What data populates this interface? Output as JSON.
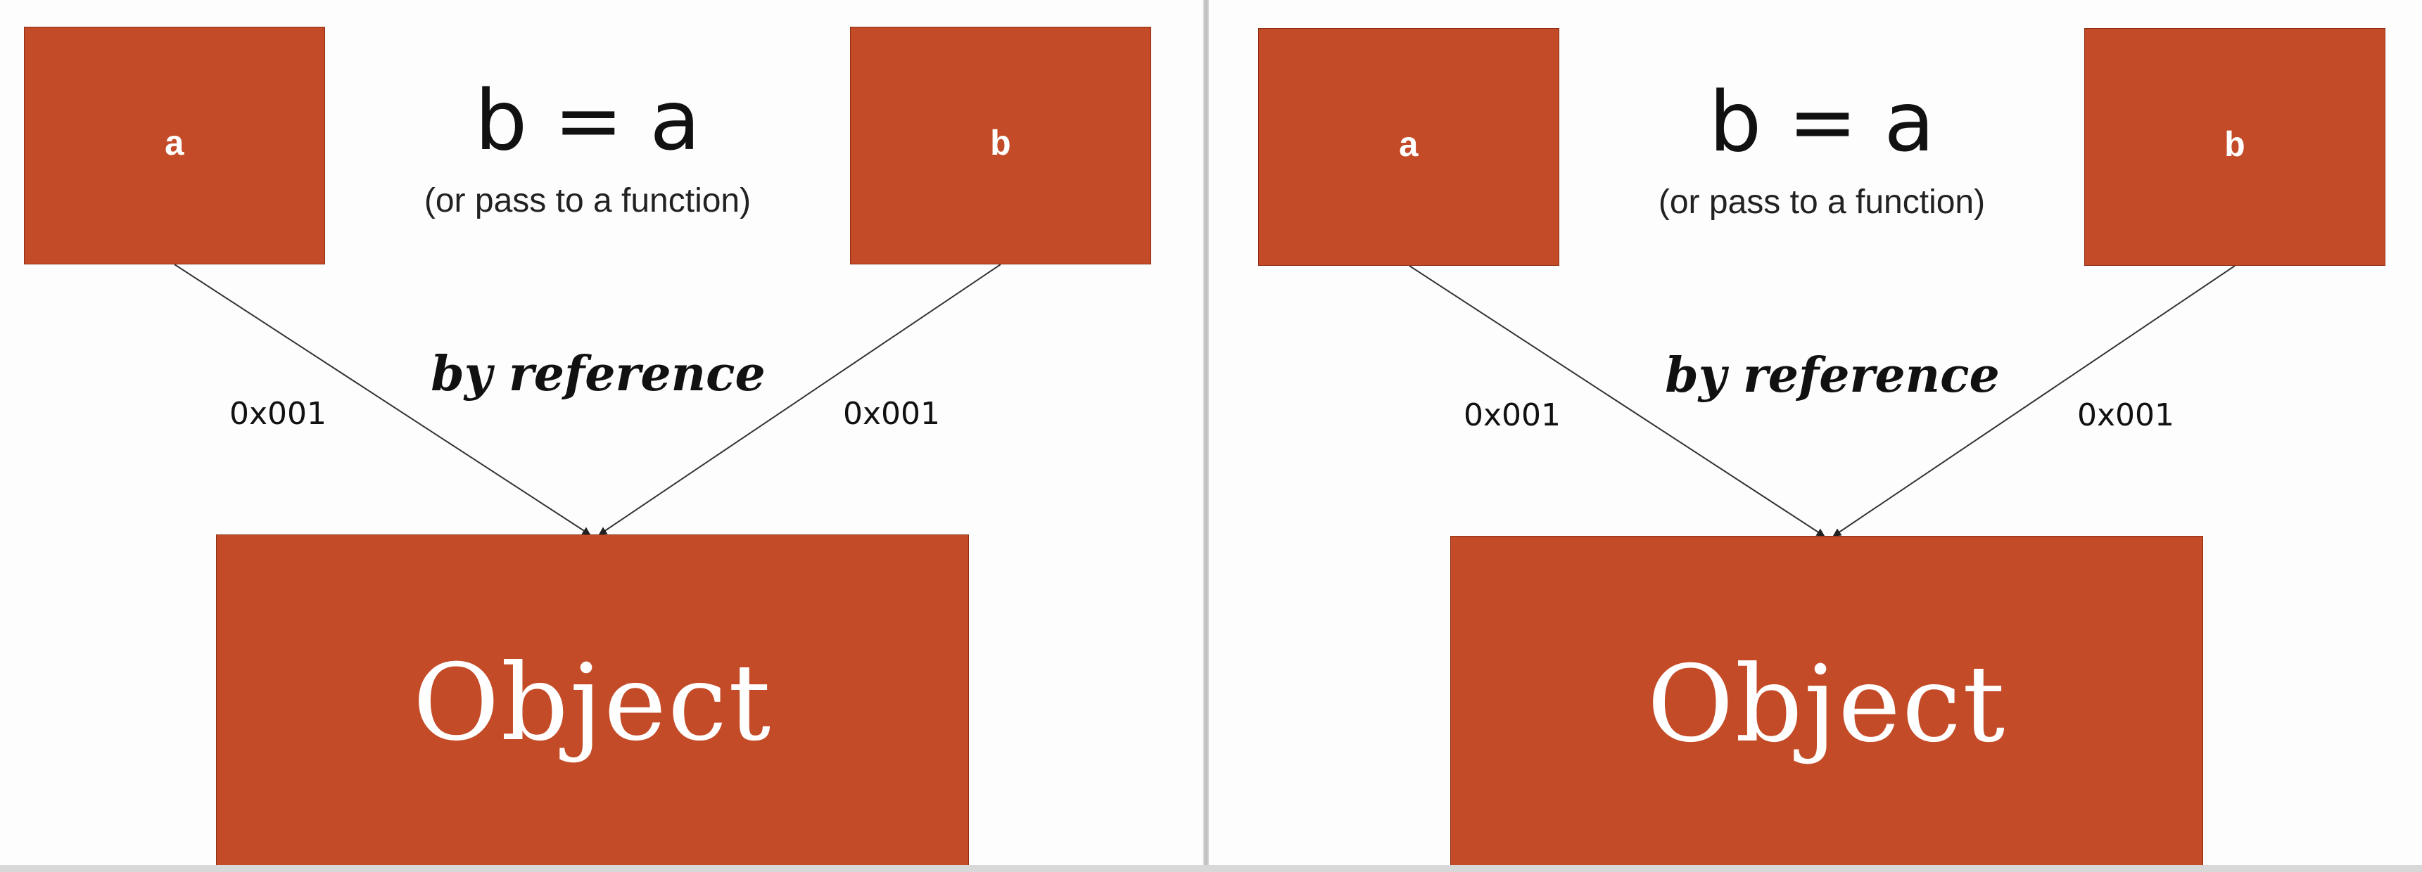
{
  "panels": [
    {
      "var_a": "a",
      "var_b": "b",
      "assignment": "b = a",
      "note": "(or pass to a function)",
      "mode": "by reference",
      "address_left": "0x001",
      "address_right": "0x001",
      "object": "Object"
    },
    {
      "var_a": "a",
      "var_b": "b",
      "assignment": "b = a",
      "note": "(or pass to a function)",
      "mode": "by reference",
      "address_left": "0x001",
      "address_right": "0x001",
      "object": "Object"
    }
  ],
  "colors": {
    "box_fill": "#c44b27",
    "box_border": "#8e2f14",
    "box_text": "#ffffff",
    "background": "#fdfdfd"
  }
}
